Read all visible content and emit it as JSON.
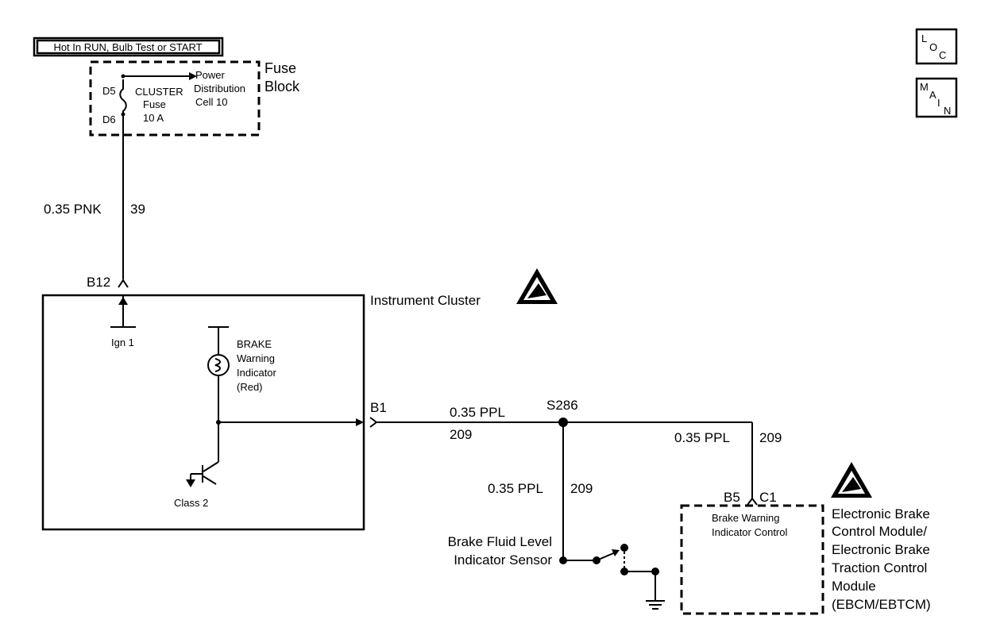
{
  "header": {
    "power_label": "Hot In RUN, Bulb Test or START"
  },
  "nav": {
    "loc_letters": [
      "L",
      "O",
      "C"
    ],
    "main_letters": [
      "M",
      "A",
      "I",
      "N"
    ]
  },
  "fuse_block": {
    "title_line1": "Fuse",
    "title_line2": "Block",
    "pin_top": "D5",
    "pin_bottom": "D6",
    "fuse_line1": "CLUSTER",
    "fuse_line2": "Fuse",
    "fuse_line3": "10 A",
    "ref_line1": "Power",
    "ref_line2": "Distribution",
    "ref_line3": "Cell 10"
  },
  "wire_39": {
    "gauge_color": "0.35 PNK",
    "circuit": "39"
  },
  "instrument_cluster": {
    "title": "Instrument Cluster",
    "pin_in": "B12",
    "pin_out": "B1",
    "ign_label": "Ign 1",
    "lamp_line1": "BRAKE",
    "lamp_line2": "Warning",
    "lamp_line3": "Indicator",
    "lamp_line4": "(Red)",
    "class2_label": "Class 2"
  },
  "wire_209_main": {
    "gauge_color": "0.35 PPL",
    "circuit": "209"
  },
  "splice": {
    "label": "S286"
  },
  "wire_209_right": {
    "gauge_color": "0.35 PPL",
    "circuit": "209"
  },
  "wire_209_down": {
    "gauge_color": "0.35 PPL",
    "circuit": "209"
  },
  "sensor": {
    "line1": "Brake Fluid Level",
    "line2": "Indicator Sensor"
  },
  "ebcm": {
    "pin": "B5",
    "connector": "C1",
    "inner_line1": "Brake Warning",
    "inner_line2": "Indicator Control",
    "line1": "Electronic Brake",
    "line2": "Control Module/",
    "line3": "Electronic Brake",
    "line4": "Traction Control",
    "line5": "Module",
    "line6": "(EBCM/EBTCM)"
  }
}
